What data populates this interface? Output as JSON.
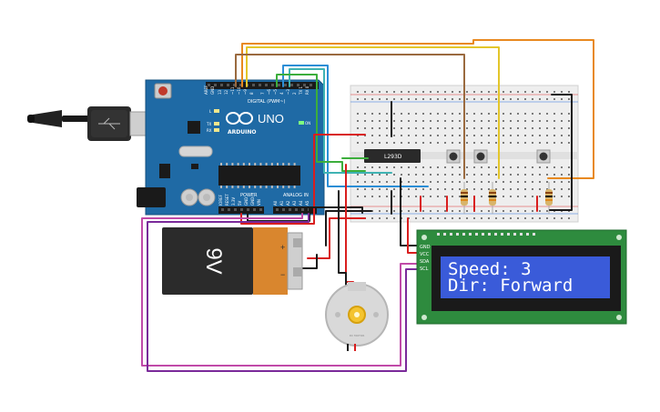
{
  "arduino": {
    "brand": "ARDUINO",
    "model": "UNO",
    "on_label": "ON",
    "digital_label": "DIGITAL (PWM~)",
    "power_label": "POWER",
    "analog_label": "ANALOG IN",
    "aref": "AREF",
    "gnd": "GND",
    "d13": "13",
    "d12": "12",
    "d11": "~11",
    "d10": "~10",
    "d9": "~9",
    "d8": "8",
    "d7": "7",
    "d6": "~6",
    "d5": "~5",
    "d4": "4",
    "d3": "~3",
    "d2": "2",
    "tx": "TX 1",
    "rx": "RX 0",
    "l_led": "L",
    "tx_led": "TX",
    "rx_led": "RX",
    "ioref": "IOREF",
    "reset": "RESET",
    "v33": "3.3V",
    "v5": "5V",
    "gnd1": "GND",
    "gnd2": "GND",
    "vin": "VIN",
    "a0": "A0",
    "a1": "A1",
    "a2": "A2",
    "a3": "A3",
    "a4": "A4",
    "a5": "A5"
  },
  "battery": {
    "label": "9V",
    "plus": "+",
    "minus": "−"
  },
  "chip": {
    "label": "L293D"
  },
  "motor": {
    "label": "DC MOTOR"
  },
  "lcd": {
    "pins": [
      "GND",
      "VCC",
      "SDA",
      "SCL"
    ],
    "line1": "Speed: 3",
    "line2": "Dir: Forward"
  },
  "colors": {
    "arduino_board": "#1f6aa5",
    "breadboard": "#eeeeee",
    "lcd_pcb": "#2e8b3e",
    "lcd_screen": "#3a5bd9",
    "wire_orange": "#e8891f",
    "wire_yellow": "#e3c62b",
    "wire_brown": "#9a6a3f",
    "wire_red": "#d91e1e",
    "wire_black": "#1a1a1a",
    "wire_green": "#3cae3c",
    "wire_blue": "#2b8ed6",
    "wire_teal": "#3fb3b3",
    "wire_purple": "#9a3aa5",
    "wire_pink": "#c04aa8"
  }
}
